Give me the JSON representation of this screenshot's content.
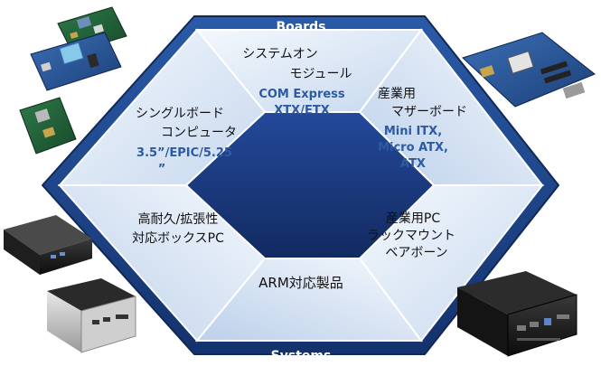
{
  "ring": {
    "top_label": "Boards",
    "bottom_label": "Systems"
  },
  "segments": {
    "com": {
      "title_lines": [
        "システムオン",
        "モジュール"
      ],
      "sub_lines": [
        "COM Express",
        "XTX/ETX"
      ]
    },
    "mother": {
      "title_lines": [
        "産業用",
        "マザーボード"
      ],
      "sub_lines": [
        "Mini ITX,",
        "Micro ATX,",
        "ATX"
      ]
    },
    "sbc": {
      "title_lines": [
        "シングルボード",
        "コンピュータ"
      ],
      "sub_lines": [
        "3.5”/EPIC/5.25",
        "”"
      ]
    },
    "box": {
      "title_lines": [
        "高耐久/拡張性",
        "対応ボックスPC"
      ]
    },
    "rack": {
      "title_lines": [
        "産業用PC",
        "ラックマウント",
        "ベアボーン"
      ]
    },
    "arm": {
      "title_lines": [
        "ARM対応製品"
      ]
    }
  },
  "photos": [
    {
      "icon": "board-photo-icon"
    },
    {
      "icon": "board-photo-icon"
    },
    {
      "icon": "board-photo-icon"
    },
    {
      "icon": "motherboard-photo-icon"
    },
    {
      "icon": "box-pc-photo-icon"
    },
    {
      "icon": "box-pc-photo-icon"
    },
    {
      "icon": "rackmount-pc-photo-icon"
    }
  ],
  "colors": {
    "ring_dark": "#1c3f80",
    "ring_mid": "#2e5aa3",
    "segment_light": "#e9f1fa",
    "segment_mid": "#c3d5ec",
    "segment_edge": "#7fa0cf",
    "center": "#1a3a78",
    "title_text": "#111111",
    "sub_text": "#2d5aa3",
    "ring_text": "#ffffff"
  }
}
